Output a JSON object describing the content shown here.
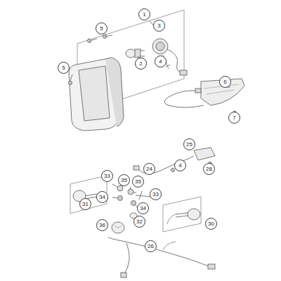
{
  "diagram": {
    "labels": [
      "1",
      "5",
      "3",
      "5",
      "2",
      "4",
      "6",
      "7",
      "25",
      "24",
      "4",
      "28",
      "33",
      "35",
      "35",
      "33",
      "34",
      "34",
      "31",
      "32",
      "30",
      "36",
      "26"
    ]
  }
}
